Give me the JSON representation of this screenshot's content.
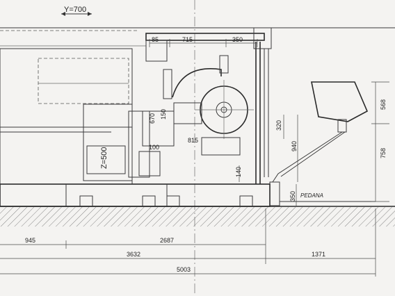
{
  "labels": {
    "y_travel": "Y=700",
    "z_travel": "Z=500",
    "platform": "PEDANA"
  },
  "dims": {
    "d85": "85",
    "d715": "715",
    "d350_top": "350",
    "d670": "670",
    "d150": "150",
    "d100": "100",
    "d815": "815",
    "d140": "140",
    "d320": "320",
    "d940": "940",
    "d350_right": "350",
    "d568": "568",
    "d758": "758",
    "d945": "945",
    "d2687": "2687",
    "d3632": "3632",
    "d1371": "1371",
    "d5003": "5003"
  }
}
